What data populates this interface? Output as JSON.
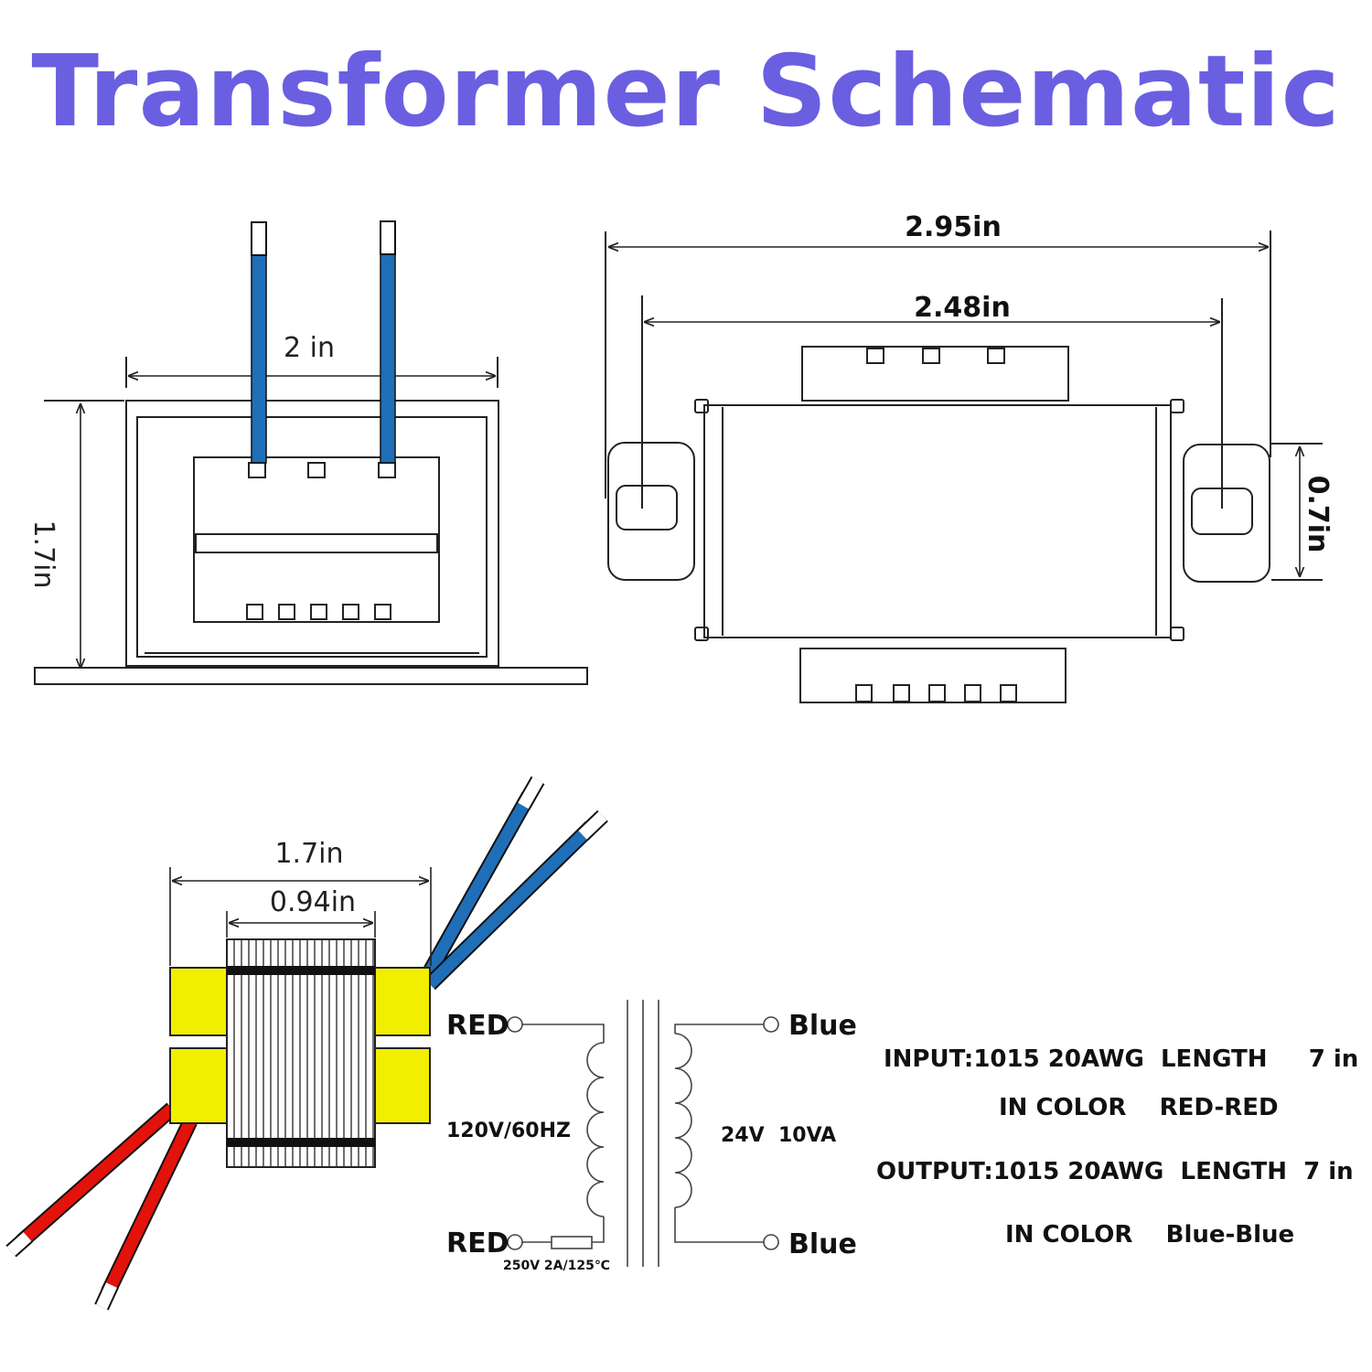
{
  "title": "Transformer Schematic",
  "front_view": {
    "width_label": "2 in",
    "height_label": "1.7in"
  },
  "top_view": {
    "outer_label": "2.95in",
    "inner_label": "2.48in",
    "height_label": "0.7in"
  },
  "side_view": {
    "outer_label": "1.7in",
    "inner_label": "0.94in"
  },
  "circuit": {
    "input_top": "RED",
    "input_bottom": "RED",
    "output_top": "Blue",
    "output_bottom": "Blue",
    "primary_rating": "120V/60HZ",
    "secondary_rating": "24V  10VA",
    "fuse_rating": "250V 2A/125℃"
  },
  "specs": {
    "input_line": "INPUT:1015 20AWG  LENGTH     7 in",
    "input_color": "IN COLOR    RED-RED",
    "output_line": "OUTPUT:1015 20AWG  LENGTH  7 in",
    "output_color": "IN COLOR    Blue-Blue"
  },
  "colors": {
    "title": "#6a5fe0",
    "blue_wire": "#1f6fb8",
    "red_wire": "#e3120b",
    "bobbin": "#f2ee00"
  }
}
